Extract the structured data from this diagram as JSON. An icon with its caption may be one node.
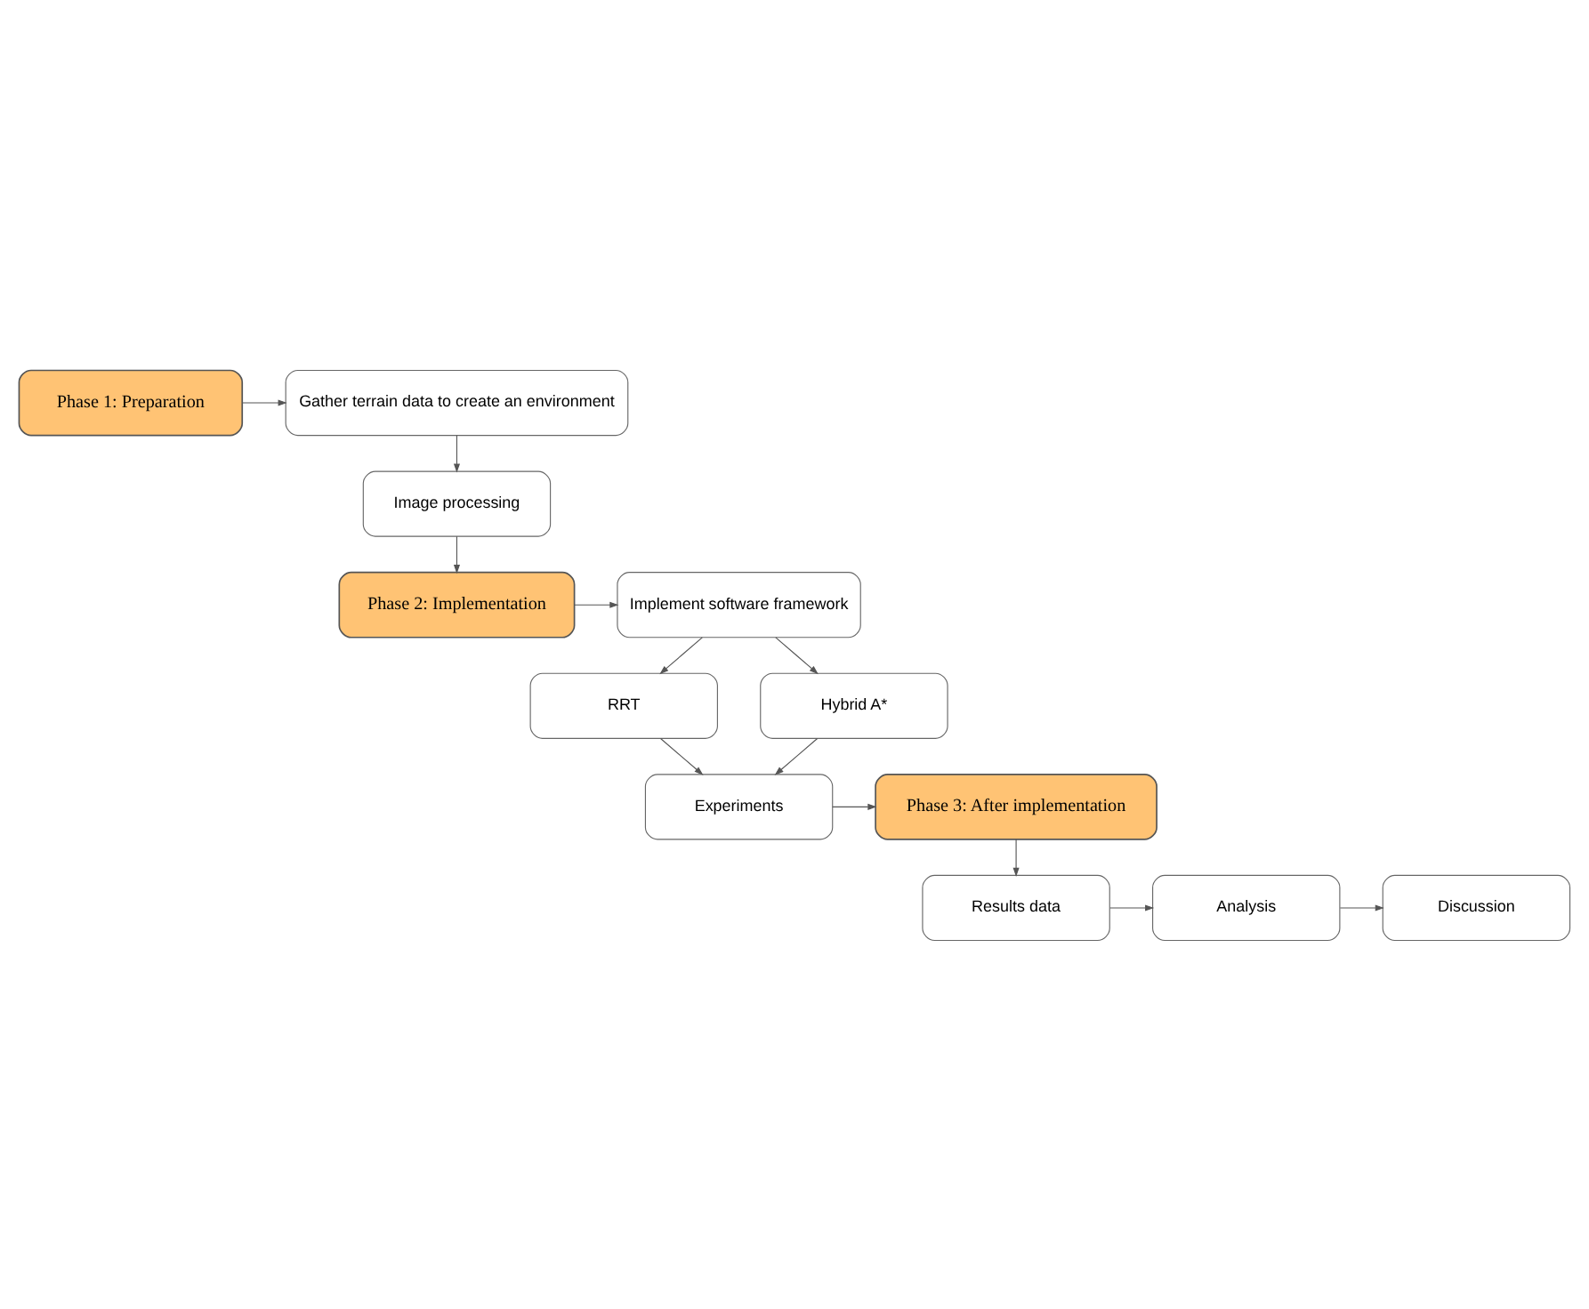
{
  "diagram": {
    "nodes": [
      {
        "text": [
          "Phase 1: Preparation"
        ]
      },
      {
        "text": [
          "Gather terrain data to create an environment"
        ]
      },
      {
        "text": [
          "Image processing"
        ]
      },
      {
        "text": [
          "Phase 2: Implementation"
        ]
      },
      {
        "text": [
          "Implement software framework"
        ]
      },
      {
        "text": [
          "RRT"
        ]
      },
      {
        "text": [
          "Hybrid A*"
        ]
      },
      {
        "text": [
          "Experiments"
        ]
      },
      {
        "text": [
          "Phase 3: After implementation"
        ]
      },
      {
        "text": [
          "Results data"
        ]
      },
      {
        "text": [
          "Analysis"
        ]
      },
      {
        "text": [
          "Discussion"
        ]
      }
    ],
    "edges": [
      {
        "from": 0,
        "to": 1,
        "arrow": "to"
      },
      {
        "from": 1,
        "to": 2,
        "arrow": "to"
      },
      {
        "from": 2,
        "to": 3,
        "arrow": "to"
      },
      {
        "from": 3,
        "to": 4,
        "arrow": "to"
      },
      {
        "from": 4,
        "to": 5,
        "arrow": "to"
      },
      {
        "from": 4,
        "to": 6,
        "arrow": "to"
      },
      {
        "from": 5,
        "to": 7,
        "arrow": "to"
      },
      {
        "from": 6,
        "to": 7,
        "arrow": "to"
      },
      {
        "from": 7,
        "to": 8,
        "arrow": "to"
      },
      {
        "from": 8,
        "to": 9,
        "arrow": "to"
      },
      {
        "from": 9,
        "to": 10,
        "arrow": "to"
      },
      {
        "from": 10,
        "to": 11,
        "arrow": "to"
      }
    ]
  }
}
